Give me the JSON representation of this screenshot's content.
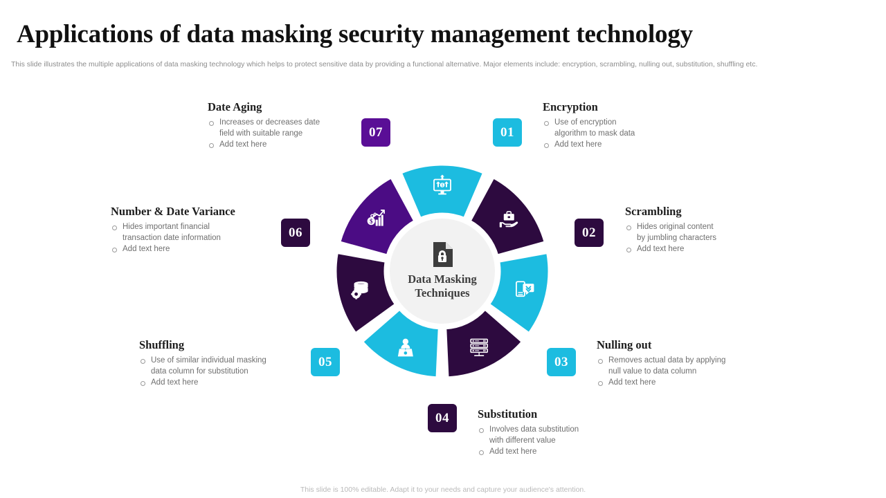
{
  "header": {
    "title": "Applications of data masking security management technology",
    "subtitle": "This slide illustrates the multiple  applications of data masking  technology which helps to protect sensitive data by providing a  functional alternative. Major  elements  include: encryption, scrambling, nulling  out, substitution, shuffling etc."
  },
  "footer": {
    "note": "This slide is 100% editable.  Adapt it to your needs and capture your audience's attention."
  },
  "hub": {
    "icon": "document-lock-icon",
    "line1": "Data Masking",
    "line2": "Techniques"
  },
  "colors": {
    "cyan": "#1CBCE0",
    "dark_purple": "#2D0A3F",
    "mid_purple": "#4B0C84",
    "badge_07": "#5A0E96",
    "title": "#111111",
    "body_text": "#6f6f6f"
  },
  "segments": [
    {
      "number": "01",
      "color": "#1CBCE0",
      "icon": "monitor-money-transfer-icon",
      "technique": "Encryption"
    },
    {
      "number": "02",
      "color": "#2D0A3F",
      "icon": "hand-briefcase-icon",
      "technique": "Scrambling"
    },
    {
      "number": "03",
      "color": "#1CBCE0",
      "icon": "mobile-message-icon",
      "technique": "Nulling out"
    },
    {
      "number": "04",
      "color": "#2D0A3F",
      "icon": "server-rack-icon",
      "technique": "Substitution"
    },
    {
      "number": "05",
      "color": "#1CBCE0",
      "icon": "person-podium-icon",
      "technique": "Shuffling"
    },
    {
      "number": "06",
      "color": "#2D0A3F",
      "icon": "database-gear-icon",
      "technique": "Number & Date Variance"
    },
    {
      "number": "07",
      "color": "#4B0C84",
      "icon": "money-growth-chart-icon",
      "technique": "Date Aging"
    }
  ],
  "blocks": [
    {
      "key": "date_aging",
      "heading": "Date Aging",
      "bullets": [
        {
          "l1": "Increases  or  decreases  date",
          "l2": "field with suitable  range"
        },
        {
          "l1": "Add text here",
          "l2": ""
        }
      ]
    },
    {
      "key": "encryption",
      "heading": "Encryption",
      "bullets": [
        {
          "l1": "Use of encryption",
          "l2": "algorithm to mask data"
        },
        {
          "l1": "Add text here",
          "l2": ""
        }
      ]
    },
    {
      "key": "number_date_variance",
      "heading": "Number & Date Variance",
      "bullets": [
        {
          "l1": "Hides  important  financial",
          "l2": "transaction  date  information"
        },
        {
          "l1": "Add text here",
          "l2": ""
        }
      ]
    },
    {
      "key": "scrambling",
      "heading": "Scrambling",
      "bullets": [
        {
          "l1": "Hides  original  content",
          "l2": "by jumbling  characters"
        },
        {
          "l1": "Add text here",
          "l2": ""
        }
      ]
    },
    {
      "key": "shuffling",
      "heading": "Shuffling",
      "bullets": [
        {
          "l1": "Use of similar individual  masking",
          "l2": "data column  for  substitution"
        },
        {
          "l1": "Add text here",
          "l2": ""
        }
      ]
    },
    {
      "key": "nulling_out",
      "heading": "Nulling out",
      "bullets": [
        {
          "l1": "Removes  actual data by applying",
          "l2": "null value  to data  column"
        },
        {
          "l1": "Add text here",
          "l2": ""
        }
      ]
    },
    {
      "key": "substitution",
      "heading": "Substitution",
      "bullets": [
        {
          "l1": "Involves  data  substitution",
          "l2": "with different  value"
        },
        {
          "l1": "Add text here",
          "l2": ""
        }
      ]
    }
  ]
}
